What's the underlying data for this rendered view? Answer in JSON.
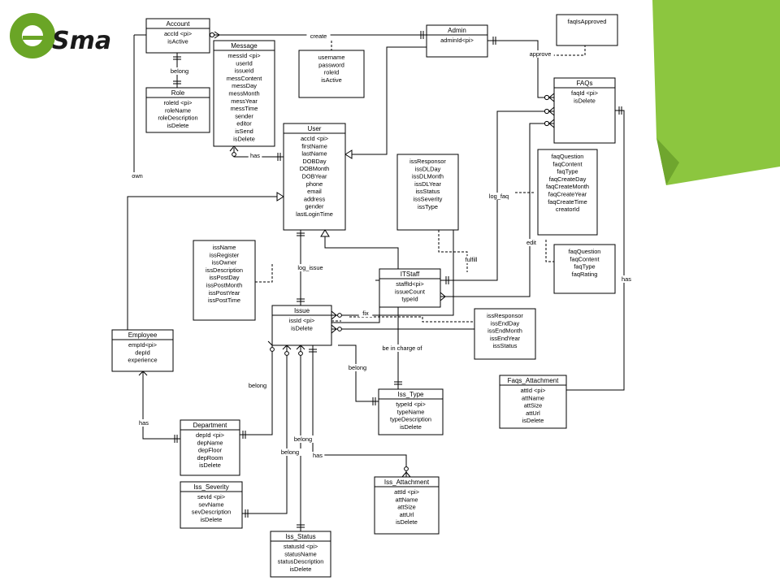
{
  "logo": {
    "letter": "e",
    "text": "Sma"
  },
  "entities": {
    "account": {
      "title": "Account",
      "attrs": [
        "accId <pi>",
        "isActive"
      ]
    },
    "message": {
      "title": "Message",
      "attrs": [
        "messId <pi>",
        "userId",
        "issueId",
        "messContent",
        "messDay",
        "messMonth",
        "messYear",
        "messTime",
        "sender",
        "editor",
        "isSend",
        "isDelete"
      ]
    },
    "admin": {
      "title": "Admin",
      "attrs": [
        "adminId<pi>"
      ]
    },
    "admin_fields": {
      "title": "",
      "attrs": [
        "username",
        "password",
        "roleId",
        "isActive"
      ]
    },
    "faq_approved": {
      "title": "",
      "attrs": [
        "faqIsApproved"
      ]
    },
    "role": {
      "title": "Role",
      "attrs": [
        "roleId <pi>",
        "roleName",
        "roleDescription",
        "isDelete"
      ]
    },
    "faqs": {
      "title": "FAQs",
      "attrs": [
        "faqId <pi>",
        "isDelete"
      ]
    },
    "user": {
      "title": "User",
      "attrs": [
        "accId <pi>",
        "firstName",
        "lastName",
        "DOBDay",
        "DOBMonth",
        "DOBYear",
        "phone",
        "email",
        "address",
        "gender",
        "lastLoginTime"
      ]
    },
    "faq_content": {
      "title": "",
      "attrs": [
        "faqQuestion",
        "faqContent",
        "faqType",
        "faqCreateDay",
        "faqCreateMonth",
        "faqCreateYear",
        "faqCreateTime",
        "creatorId"
      ]
    },
    "iss_responsor": {
      "title": "",
      "attrs": [
        "issResponsor",
        "issDLDay",
        "issDLMonth",
        "issDLYear",
        "issStatus",
        "issSeverity",
        "issType"
      ]
    },
    "issue_fields": {
      "title": "",
      "attrs": [
        "issName",
        "issRegister",
        "issOwner",
        "issDescription",
        "issPostDay",
        "issPostMonth",
        "issPostYear",
        "issPostTime"
      ]
    },
    "faq_edit": {
      "title": "",
      "attrs": [
        "faqQuestion",
        "faqContent",
        "faqType",
        "faqRating"
      ]
    },
    "itstaff": {
      "title": "ITStaff",
      "attrs": [
        "staffId<pi>",
        "issueCount",
        "typeId"
      ]
    },
    "issue": {
      "title": "Issue",
      "attrs": [
        "issId <pi>",
        "isDelete"
      ]
    },
    "iss_end": {
      "title": "",
      "attrs": [
        "issResponsor",
        "issEndDay",
        "issEndMonth",
        "issEndYear",
        "issStatus"
      ]
    },
    "employee": {
      "title": "Employee",
      "attrs": [
        "empId<pi>",
        "depId",
        "experience"
      ]
    },
    "iss_type": {
      "title": "Iss_Type",
      "attrs": [
        "typeId <pi>",
        "typeName",
        "typeDescription",
        "isDelete"
      ]
    },
    "faqs_attachment": {
      "title": "Faqs_Attachment",
      "attrs": [
        "attId <pi>",
        "attName",
        "attSize",
        "attUrl",
        "isDelete"
      ]
    },
    "department": {
      "title": "Department",
      "attrs": [
        "depId <pi>",
        "depName",
        "depFloor",
        "depRoom",
        "isDelete"
      ]
    },
    "iss_severity": {
      "title": "Iss_Severity",
      "attrs": [
        "sevId <pi>",
        "sevName",
        "sevDescription",
        "isDelete"
      ]
    },
    "iss_attachment": {
      "title": "Iss_Attachment",
      "attrs": [
        "attId <pi>",
        "attName",
        "attSize",
        "attUrl",
        "isDelete"
      ]
    },
    "iss_status": {
      "title": "Iss_Status",
      "attrs": [
        "statusId <pi>",
        "statusName",
        "statusDescription",
        "isDelete"
      ]
    }
  },
  "relations": {
    "create": "create",
    "belong_role": "belong",
    "approve": "approve",
    "has_message": "has",
    "own": "own",
    "log_faq": "log_faq",
    "edit": "edit",
    "log_issue": "log_issue",
    "fulfill": "fulfill",
    "fix": "fix",
    "has_faqs": "has",
    "be_in_charge_of": "be in charge of",
    "belong_type": "belong",
    "belong_dept": "belong",
    "has_employee": "has",
    "belong_status": "belong",
    "belong_severity": "belong",
    "has_attachment": "has"
  },
  "colors": {
    "accent_green": "#8cc63f",
    "logo_green": "#6aa526",
    "line": "#000000"
  }
}
